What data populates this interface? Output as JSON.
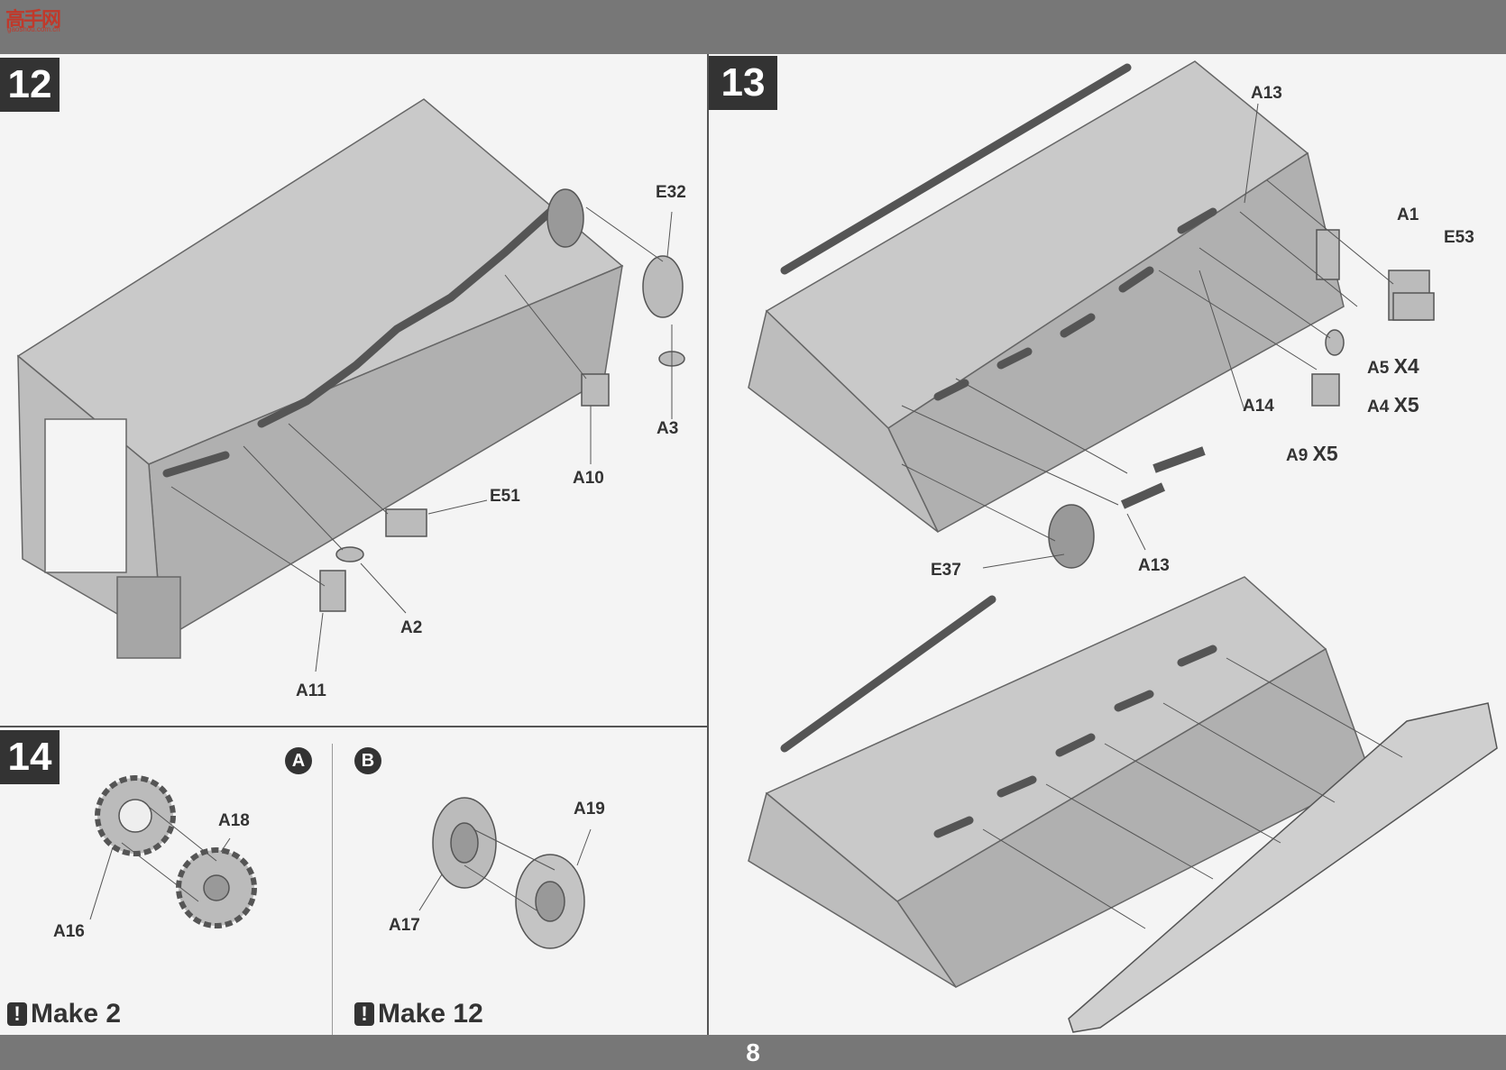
{
  "header": {
    "logo_title": "高手网",
    "logo_url": "gaoshou.com.cn"
  },
  "footer": {
    "page_number": "8"
  },
  "steps": {
    "s12": {
      "number": "12",
      "labels": {
        "e32": "E32",
        "a3": "A3",
        "a10": "A10",
        "e51": "E51",
        "a2": "A2",
        "a11": "A11"
      }
    },
    "s13": {
      "number": "13",
      "labels": {
        "a13a": "A13",
        "a1": "A1",
        "e53": "E53",
        "a5": "A5",
        "a5q": "X4",
        "a4": "A4",
        "a4q": "X5",
        "a14": "A14",
        "a9": "A9",
        "a9q": "X5",
        "e37": "E37",
        "a13b": "A13"
      }
    },
    "s14": {
      "number": "14",
      "a": {
        "badge": "A",
        "labels": {
          "a18": "A18",
          "a16": "A16"
        },
        "make": "Make 2"
      },
      "b": {
        "badge": "B",
        "labels": {
          "a19": "A19",
          "a17": "A17"
        },
        "make": "Make 12"
      }
    }
  },
  "colors": {
    "hull": "#c9c9c9",
    "hull_dark": "#a6a6a6",
    "bar": "#777777",
    "ink": "#333333"
  }
}
